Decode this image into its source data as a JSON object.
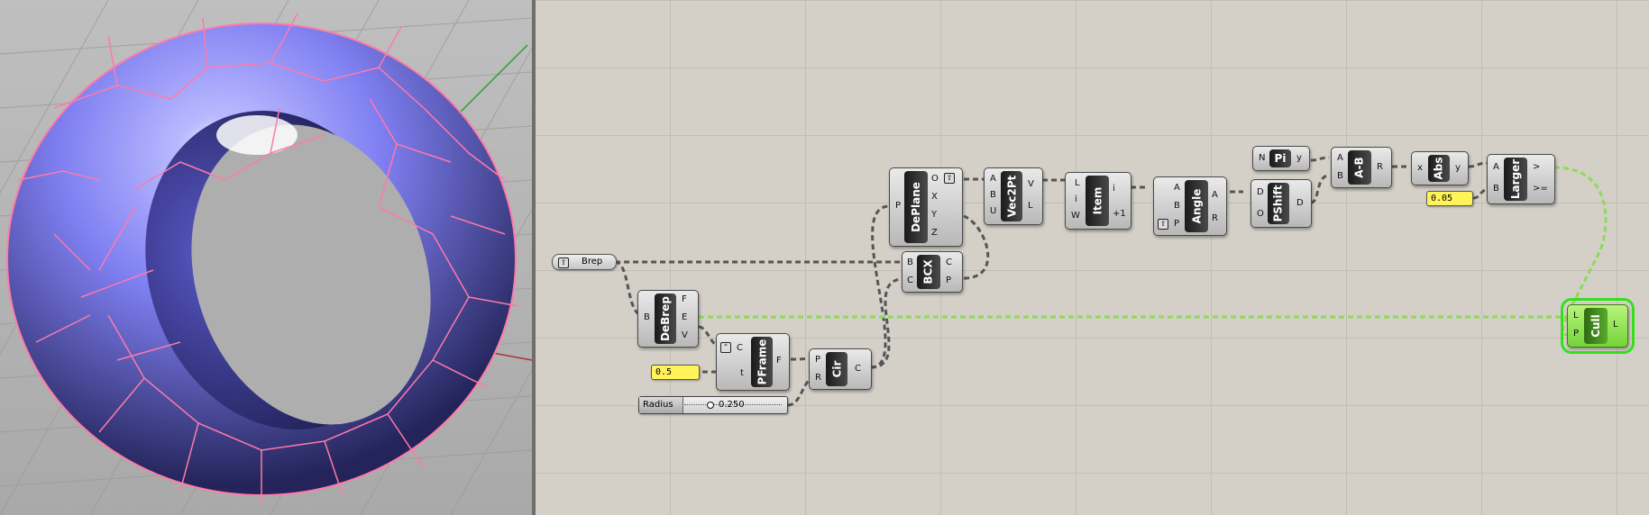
{
  "colors": {
    "viewport_mesh": "#7f7ff2",
    "edges": "#ff7aa8",
    "canvas": "#d4d0c8",
    "wire": "#555555",
    "selected_wire": "#8bdc54",
    "panel": "#fff35a",
    "selected_component": "#70d83a"
  },
  "components": {
    "brep": {
      "label": "Brep"
    },
    "debrep": {
      "label": "DeBrep",
      "inputs": [
        "B"
      ],
      "outputs": [
        "F",
        "E",
        "V"
      ]
    },
    "pframe": {
      "label": "PFrame",
      "inputs": [
        "C",
        "t"
      ],
      "outputs": [
        "F"
      ]
    },
    "cir": {
      "label": "Cir",
      "inputs": [
        "P",
        "R"
      ],
      "outputs": [
        "C"
      ]
    },
    "deplane": {
      "label": "DePlane",
      "inputs": [
        "P"
      ],
      "outputs": [
        "O",
        "X",
        "Y",
        "Z"
      ]
    },
    "bcx": {
      "label": "BCX",
      "inputs": [
        "B",
        "C"
      ],
      "outputs": [
        "C",
        "P"
      ]
    },
    "vec2pt": {
      "label": "Vec2Pt",
      "inputs": [
        "A",
        "B",
        "U"
      ],
      "outputs": [
        "V",
        "L"
      ]
    },
    "item": {
      "label": "Item",
      "inputs": [
        "L",
        "i",
        "W"
      ],
      "outputs": [
        "i",
        "+1"
      ]
    },
    "angle": {
      "label": "Angle",
      "inputs": [
        "A",
        "B",
        "P"
      ],
      "outputs": [
        "A",
        "R"
      ]
    },
    "pi": {
      "label": "Pi",
      "inputs": [
        "N"
      ],
      "outputs": [
        "y"
      ]
    },
    "pshift": {
      "label": "PShift",
      "inputs": [
        "D",
        "O"
      ],
      "outputs": [
        "D"
      ]
    },
    "ab": {
      "label": "A-B",
      "inputs": [
        "A",
        "B"
      ],
      "outputs": [
        "R"
      ]
    },
    "abs": {
      "label": "Abs",
      "inputs": [
        "x"
      ],
      "outputs": [
        "y"
      ]
    },
    "larger": {
      "label": "Larger",
      "inputs": [
        "A",
        "B"
      ],
      "outputs": [
        ">",
        ">="
      ]
    },
    "cull": {
      "label": "Cull",
      "inputs": [
        "L",
        "P"
      ],
      "outputs": [
        "L"
      ]
    }
  },
  "panels": {
    "t_value": "0.5",
    "tolerance": "0.05"
  },
  "slider": {
    "label": "Radius",
    "value": "0.250"
  }
}
